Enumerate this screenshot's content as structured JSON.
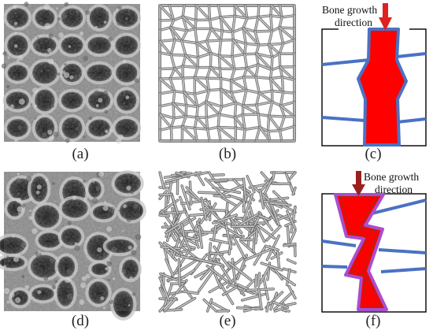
{
  "panels": [
    {
      "id": "a",
      "caption": "(a)",
      "kind": "sem-micrograph"
    },
    {
      "id": "b",
      "caption": "(b)",
      "kind": "regular-lattice-render"
    },
    {
      "id": "c",
      "caption": "(c)",
      "kind": "pore-schematic-straight",
      "arrow_text_line1": "Bone growth",
      "arrow_text_line2": "direction"
    },
    {
      "id": "d",
      "caption": "(d)",
      "kind": "sem-micrograph"
    },
    {
      "id": "e",
      "caption": "(e)",
      "kind": "random-lattice-render"
    },
    {
      "id": "f",
      "caption": "(f)",
      "kind": "pore-schematic-zigzag",
      "arrow_text_line1": "Bone growth",
      "arrow_text_line2": "direction"
    }
  ],
  "colors": {
    "bone_fill": "#ff0000",
    "strut_blue": "#4a72c4",
    "pore_outline_purple": "#a64fd0",
    "arrow_red": "#e02020",
    "arrow_dark_red": "#9a1f1f",
    "sem_gray": "#7a7a7a",
    "lattice_gray": "#9c9c9c"
  },
  "icons": [
    "down-arrow-icon"
  ]
}
